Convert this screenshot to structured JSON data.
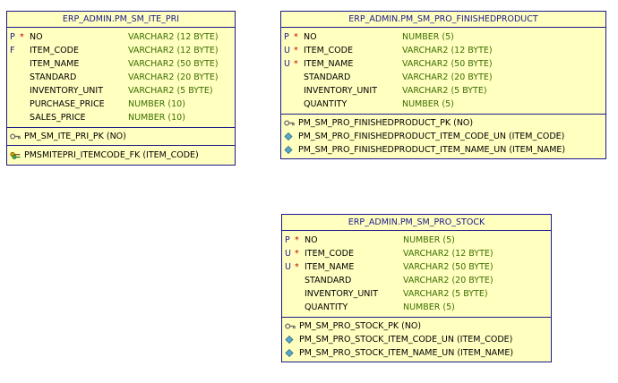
{
  "tables": {
    "ite_pri": {
      "title": "ERP_ADMIN.PM_SM_ITE_PRI",
      "columns": [
        {
          "key": "P",
          "req": "*",
          "name": "NO",
          "type": "VARCHAR2 (12 BYTE)"
        },
        {
          "key": "F",
          "req": "",
          "name": "ITEM_CODE",
          "type": "VARCHAR2 (12 BYTE)"
        },
        {
          "key": "",
          "req": "",
          "name": "ITEM_NAME",
          "type": "VARCHAR2 (50 BYTE)"
        },
        {
          "key": "",
          "req": "",
          "name": "STANDARD",
          "type": "VARCHAR2 (20 BYTE)"
        },
        {
          "key": "",
          "req": "",
          "name": "INVENTORY_UNIT",
          "type": "VARCHAR2 (5 BYTE)"
        },
        {
          "key": "",
          "req": "",
          "name": "PURCHASE_PRICE",
          "type": "NUMBER (10)"
        },
        {
          "key": "",
          "req": "",
          "name": "SALES_PRICE",
          "type": "NUMBER (10)"
        }
      ],
      "indexes": [
        {
          "icon": "primary-key-icon",
          "label": "PM_SM_ITE_PRI_PK (NO)"
        }
      ],
      "foreign_keys": [
        {
          "icon": "foreign-key-icon",
          "label": "PMSMITEPRI_ITEMCODE_FK (ITEM_CODE)"
        }
      ]
    },
    "finishedproduct": {
      "title": "ERP_ADMIN.PM_SM_PRO_FINISHEDPRODUCT",
      "columns": [
        {
          "key": "P",
          "req": "*",
          "name": "NO",
          "type": "NUMBER (5)"
        },
        {
          "key": "U",
          "req": "*",
          "name": "ITEM_CODE",
          "type": "VARCHAR2 (12 BYTE)"
        },
        {
          "key": "U",
          "req": "*",
          "name": "ITEM_NAME",
          "type": "VARCHAR2 (50 BYTE)"
        },
        {
          "key": "",
          "req": "",
          "name": "STANDARD",
          "type": "VARCHAR2 (20 BYTE)"
        },
        {
          "key": "",
          "req": "",
          "name": "INVENTORY_UNIT",
          "type": "VARCHAR2 (5 BYTE)"
        },
        {
          "key": "",
          "req": "",
          "name": "QUANTITY",
          "type": "NUMBER (5)"
        }
      ],
      "indexes": [
        {
          "icon": "primary-key-icon",
          "label": "PM_SM_PRO_FINISHEDPRODUCT_PK (NO)"
        },
        {
          "icon": "unique-index-icon",
          "label": "PM_SM_PRO_FINISHEDPRODUCT_ITEM_CODE_UN (ITEM_CODE)"
        },
        {
          "icon": "unique-index-icon",
          "label": "PM_SM_PRO_FINISHEDPRODUCT_ITEM_NAME_UN (ITEM_NAME)"
        }
      ]
    },
    "stock": {
      "title": "ERP_ADMIN.PM_SM_PRO_STOCK",
      "columns": [
        {
          "key": "P",
          "req": "*",
          "name": "NO",
          "type": "NUMBER (5)"
        },
        {
          "key": "U",
          "req": "*",
          "name": "ITEM_CODE",
          "type": "VARCHAR2 (12 BYTE)"
        },
        {
          "key": "U",
          "req": "*",
          "name": "ITEM_NAME",
          "type": "VARCHAR2 (50 BYTE)"
        },
        {
          "key": "",
          "req": "",
          "name": "STANDARD",
          "type": "VARCHAR2 (20 BYTE)"
        },
        {
          "key": "",
          "req": "",
          "name": "INVENTORY_UNIT",
          "type": "VARCHAR2 (5 BYTE)"
        },
        {
          "key": "",
          "req": "",
          "name": "QUANTITY",
          "type": "NUMBER (5)"
        }
      ],
      "indexes": [
        {
          "icon": "primary-key-icon",
          "label": "PM_SM_PRO_STOCK_PK (NO)"
        },
        {
          "icon": "unique-index-icon",
          "label": "PM_SM_PRO_STOCK_ITEM_CODE_UN (ITEM_CODE)"
        },
        {
          "icon": "unique-index-icon",
          "label": "PM_SM_PRO_STOCK_ITEM_NAME_UN (ITEM_NAME)"
        }
      ]
    }
  }
}
